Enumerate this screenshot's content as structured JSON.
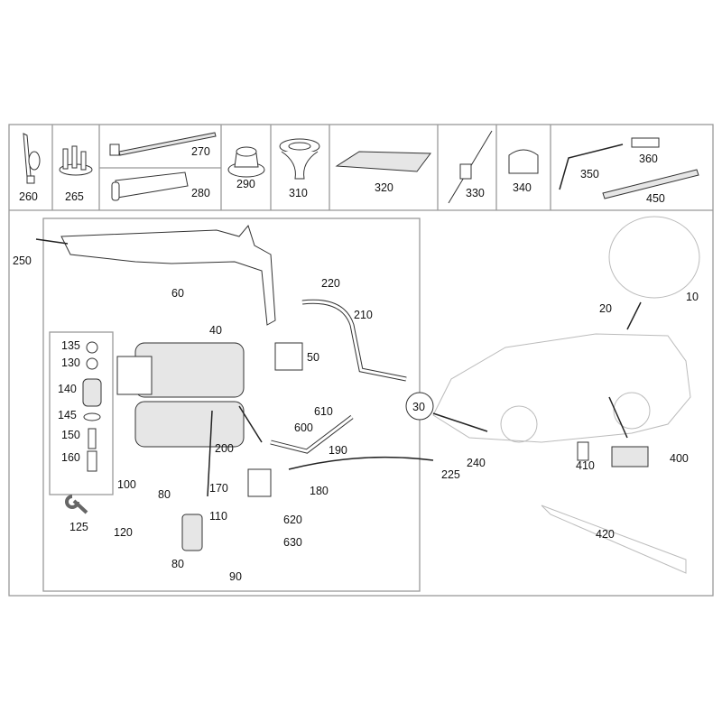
{
  "diagram": {
    "title_parts_row": [
      {
        "id": "260"
      },
      {
        "id": "265"
      },
      {
        "id": "270"
      },
      {
        "id": "280"
      },
      {
        "id": "290"
      },
      {
        "id": "310"
      },
      {
        "id": "320"
      },
      {
        "id": "330"
      },
      {
        "id": "340"
      },
      {
        "id": "350"
      },
      {
        "id": "360"
      },
      {
        "id": "450"
      }
    ],
    "labels": {
      "p260": "260",
      "p265": "265",
      "p270": "270",
      "p280": "280",
      "p290": "290",
      "p310": "310",
      "p320": "320",
      "p330": "330",
      "p340": "340",
      "p350": "350",
      "p360": "360",
      "p450": "450",
      "p250": "250",
      "p60": "60",
      "p220": "220",
      "p210": "210",
      "p40": "40",
      "p50": "50",
      "p135": "135",
      "p130": "130",
      "p140": "140",
      "p145": "145",
      "p150": "150",
      "p160": "160",
      "p125": "125",
      "p100": "100",
      "p80a": "80",
      "p200": "200",
      "p170": "170",
      "p110": "110",
      "p120": "120",
      "p80b": "80",
      "p90": "90",
      "p610": "610",
      "p600": "600",
      "p190": "190",
      "p180": "180",
      "p620": "620",
      "p630": "630",
      "p30": "30",
      "p225": "225",
      "p240": "240",
      "p10": "10",
      "p20": "20",
      "p410": "410",
      "p400": "400",
      "p420": "420"
    },
    "colors": {
      "frame": "#999999",
      "line": "#222222",
      "car": "#bbbbbb"
    }
  }
}
